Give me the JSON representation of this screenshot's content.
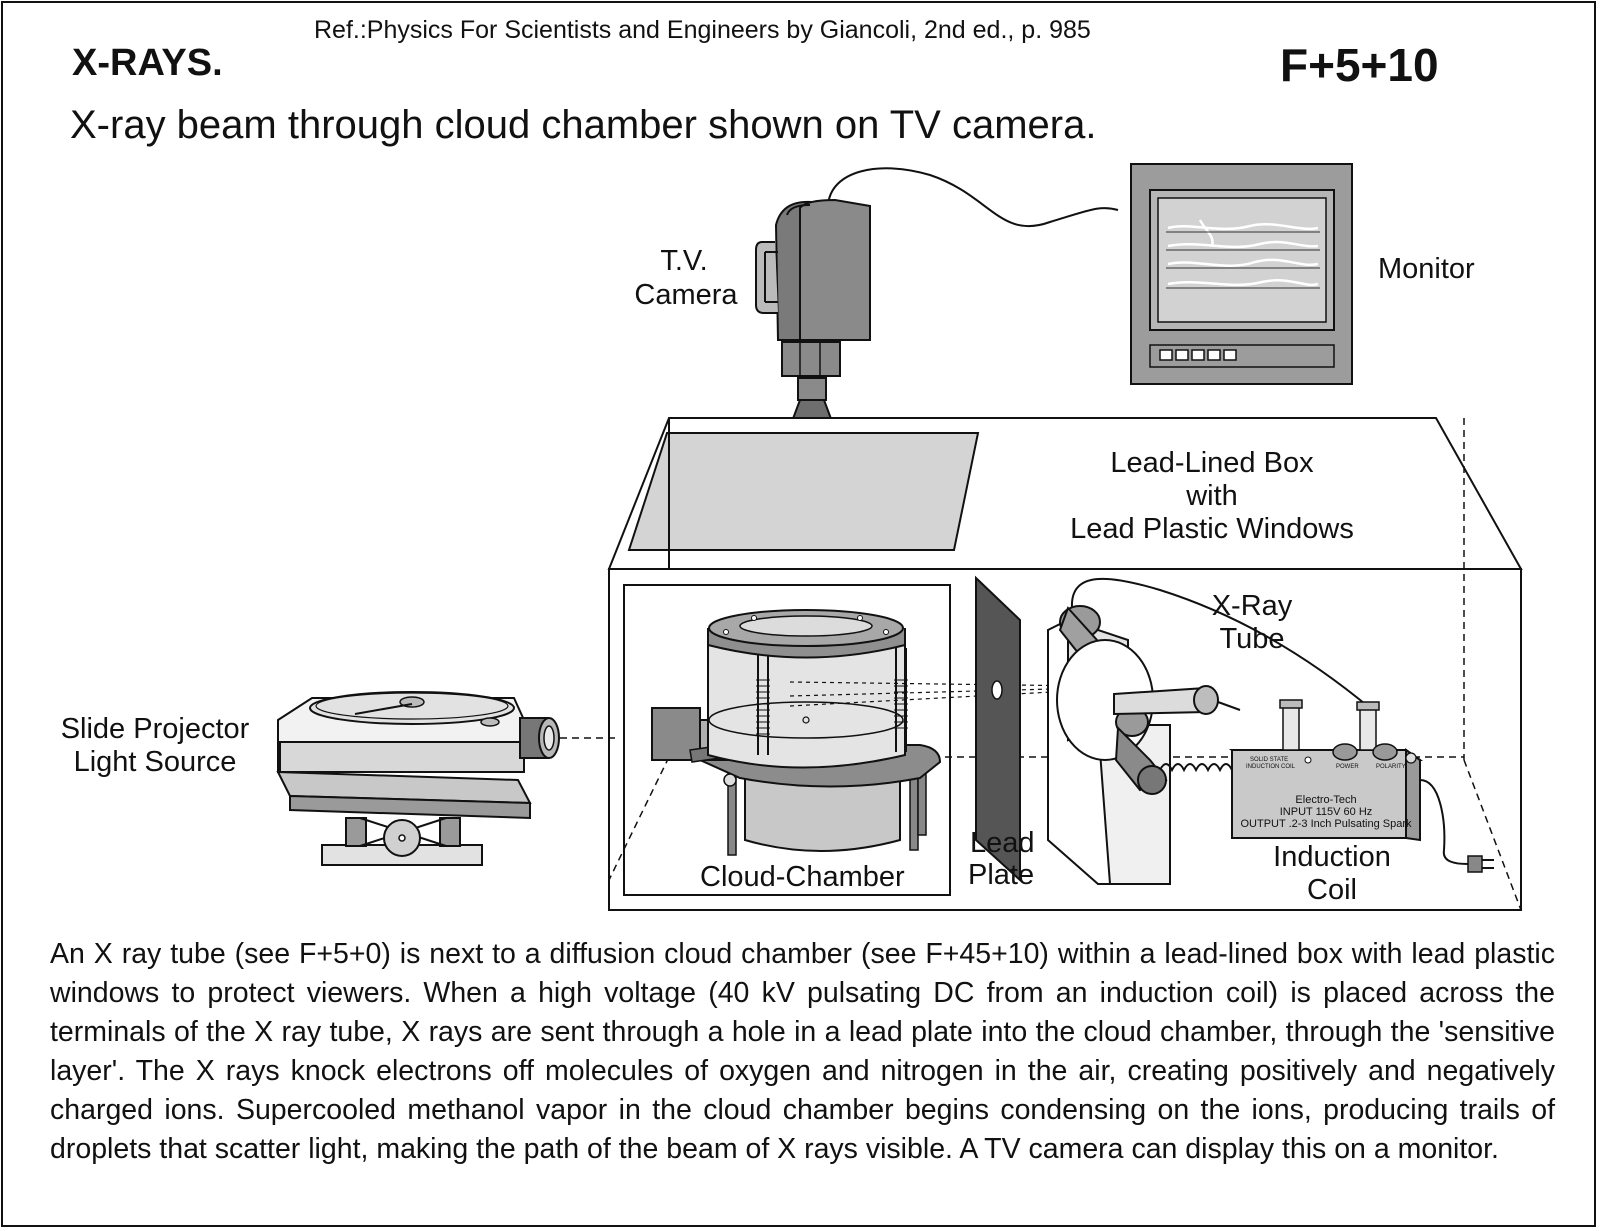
{
  "header": {
    "reference": "Ref.:Physics For Scientists and Engineers by Giancoli, 2nd ed., p. 985",
    "title": "X-RAYS.",
    "code": "F+5+10",
    "subtitle": "X-ray beam through cloud chamber shown on TV camera."
  },
  "labels": {
    "tv_camera_1": "T.V.",
    "tv_camera_2": "Camera",
    "monitor": "Monitor",
    "box_1": "Lead-Lined Box",
    "box_2": "with",
    "box_3": "Lead Plastic Windows",
    "xray_tube_1": "X-Ray",
    "xray_tube_2": "Tube",
    "slide_projector_1": "Slide Projector",
    "slide_projector_2": "Light Source",
    "cloud_chamber": "Cloud-Chamber",
    "lead_plate_1": "Lead",
    "lead_plate_2": "Plate",
    "induction_coil_1": "Induction",
    "induction_coil_2": "Coil"
  },
  "device_text": {
    "brand": "Electro-Tech",
    "input": "INPUT 115V 60 Hz",
    "output": "OUTPUT .2-3 Inch Pulsating Spark",
    "panel_1": "SOLID STATE",
    "panel_2": "INDUCTION COIL",
    "power": "POWER",
    "polarity": "POLARITY"
  },
  "description": "An X ray tube (see F+5+0) is next to a diffusion cloud chamber (see F+45+10) within a lead-lined box with lead plastic windows to protect viewers. When a high voltage (40 kV pulsating DC from an induction coil) is placed across the terminals of the X ray tube, X rays are sent through a hole in a lead plate into the cloud chamber, through the 'sensitive layer'. The X rays knock electrons off molecules of oxygen and nitrogen in the air, creating positively and negatively charged ions. Supercooled methanol vapor in the cloud chamber begins condensing on the ions, producing trails of droplets that scatter light, making the path of the beam of X rays visible. A TV camera can display this on a monitor."
}
